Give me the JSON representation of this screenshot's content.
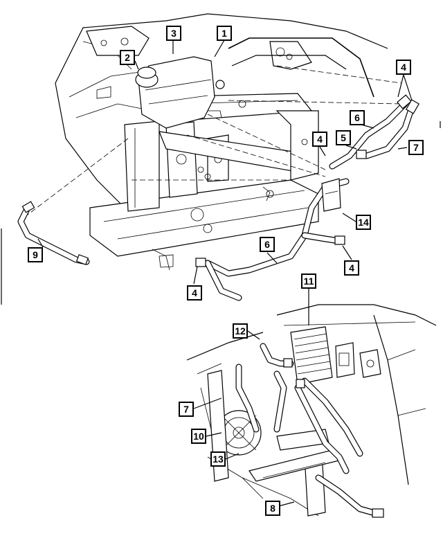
{
  "callouts": {
    "c1": "1",
    "c2": "2",
    "c3": "3",
    "c4a": "4",
    "c4b": "4",
    "c4c": "4",
    "c4d": "4",
    "c5": "5",
    "c6a": "6",
    "c6b": "6",
    "c7a": "7",
    "c7b": "7",
    "c8": "8",
    "c9": "9",
    "c10": "10",
    "c11": "11",
    "c12": "12",
    "c13": "13",
    "c14": "14"
  },
  "colors": {
    "line": "#000000",
    "background": "#ffffff"
  }
}
